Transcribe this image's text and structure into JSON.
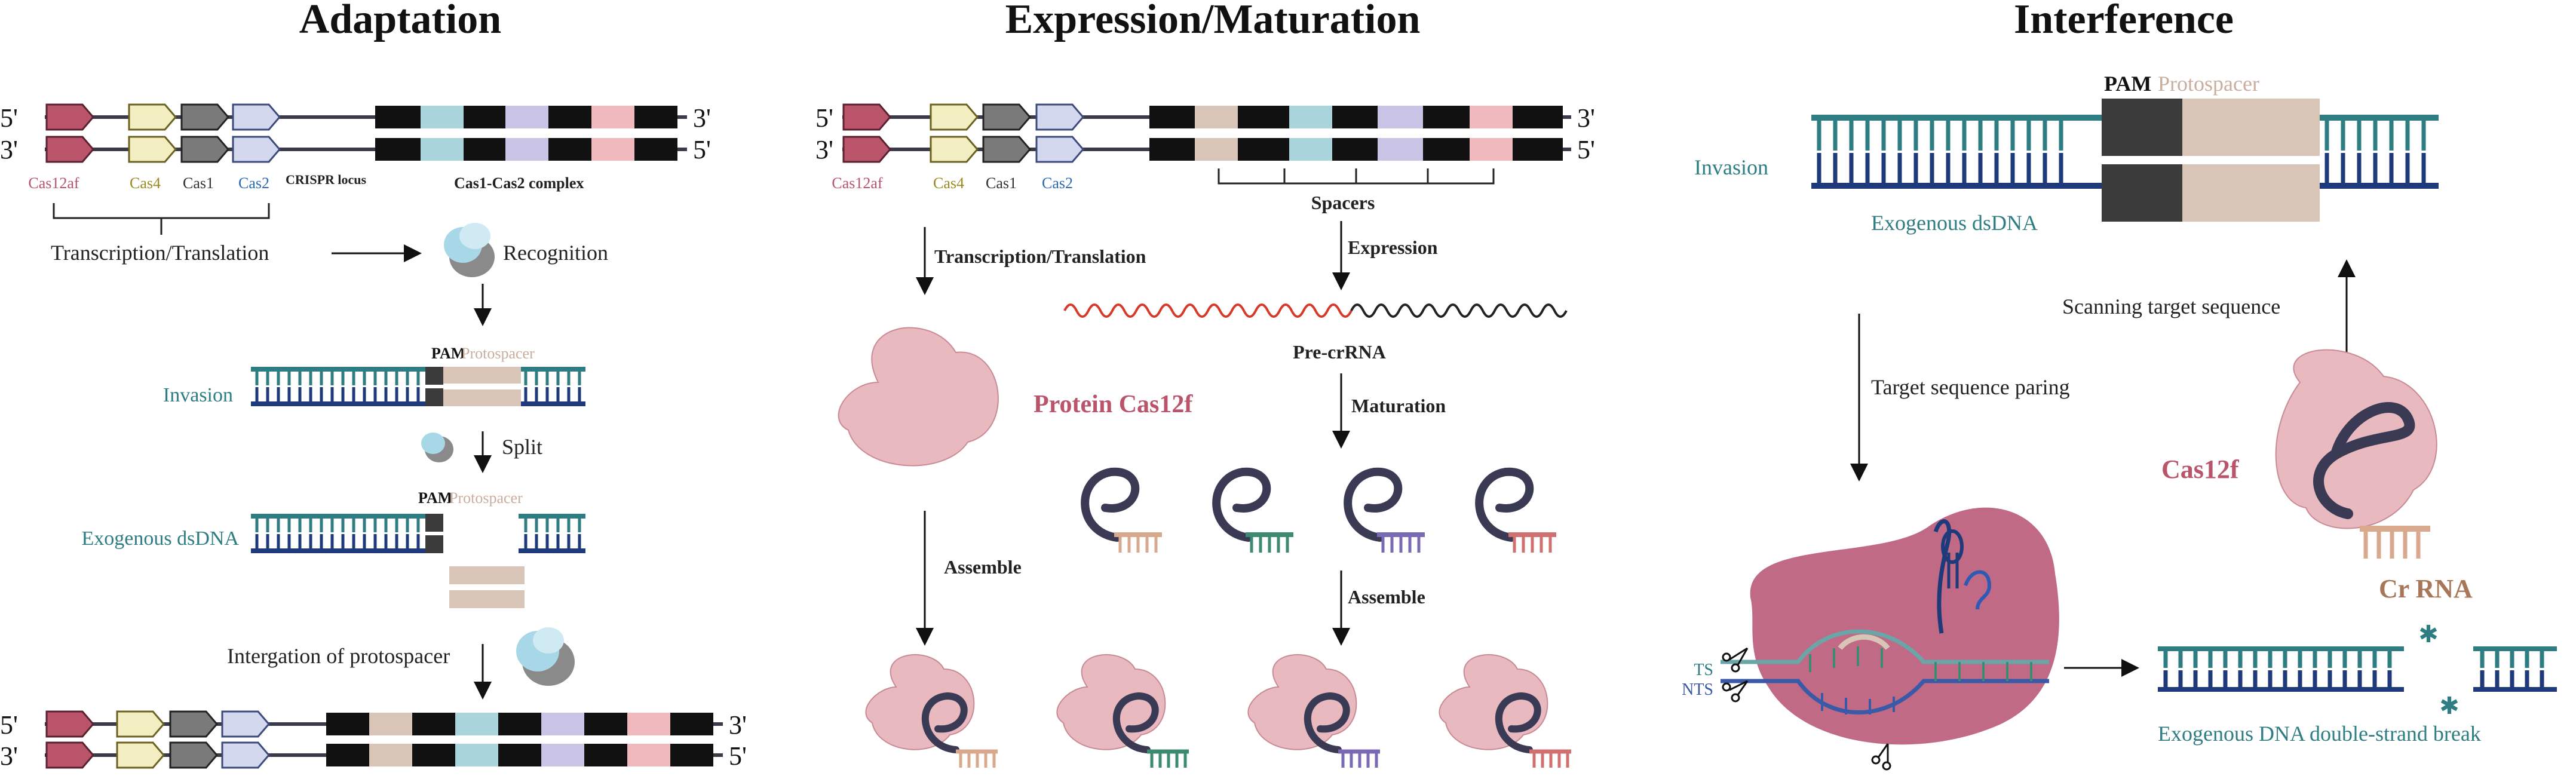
{
  "sections": {
    "adaptation": "Adaptation",
    "expression": "Expression/Maturation",
    "interference": "Interference"
  },
  "locus": {
    "five_prime": "5'",
    "three_prime": "3'",
    "genes": [
      "Cas12af",
      "Cas4",
      "Cas1",
      "Cas2"
    ],
    "crispr_locus": "CRISPR locus",
    "complex": "Cas1-Cas2 complex",
    "spacers": "Spacers"
  },
  "adaptation": {
    "transcription": "Transcription/Translation",
    "recognition": "Recognition",
    "invasion": "Invasion",
    "pam": "PAM",
    "protospacer": "Protospacer",
    "split": "Split",
    "exogenous": "Exogenous dsDNA",
    "integration": "Intergation of protospacer"
  },
  "expression": {
    "transcription": "Transcription/Translation",
    "expression": "Expression",
    "pre_crrna": "Pre-crRNA",
    "protein": "Protein Cas12f",
    "maturation": "Maturation",
    "assemble": "Assemble"
  },
  "interference": {
    "pam": "PAM",
    "protospacer": "Protospacer",
    "invasion": "Invasion",
    "exogenous": "Exogenous dsDNA",
    "scanning": "Scanning target sequence",
    "target_pairing": "Target sequence paring",
    "cas12f": "Cas12f",
    "crrna": "Cr RNA",
    "ts": "TS",
    "nts": "NTS",
    "break": "Exogenous DNA double-strand break"
  },
  "colors": {
    "cas12af": "#b9546a",
    "cas4": "#f3eec2",
    "cas1": "#7a7a7a",
    "cas2": "#d3d8ee",
    "teal_strand": "#2e7d82",
    "navy_strand": "#1f3a7a",
    "protospacer": "#d9c5b8",
    "pam_block": "#3b3b3b",
    "protein_pink": "#e9b9c0",
    "complex_magenta": "#c06a85",
    "spacer_colors": [
      "#d9c5b8",
      "#a9d4dc",
      "#c9c3e6",
      "#f0b9bd"
    ]
  }
}
